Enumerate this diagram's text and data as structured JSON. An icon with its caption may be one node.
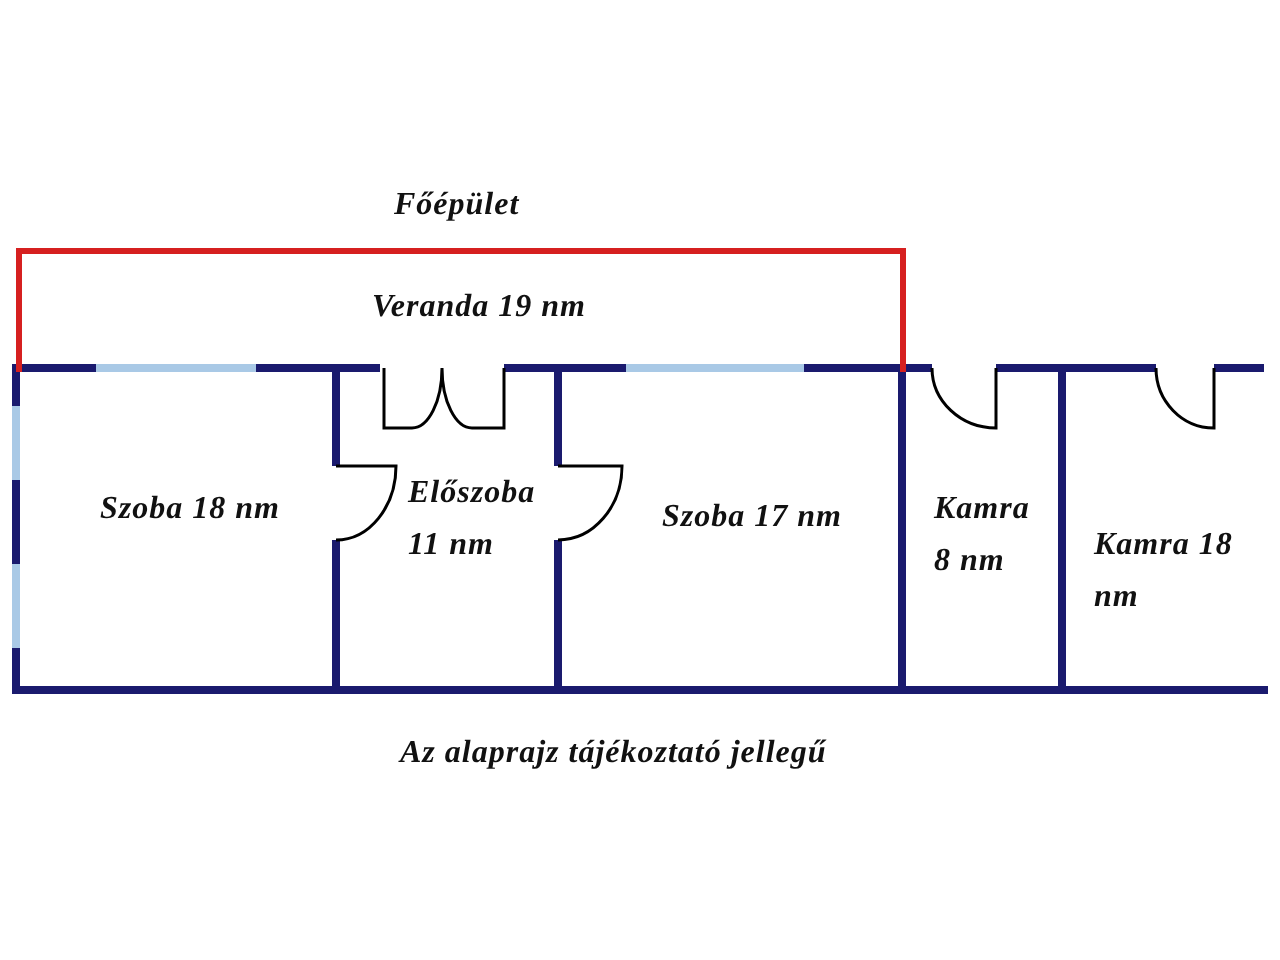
{
  "diagram": {
    "title": "Főépület",
    "caption": "Az alaprajz tájékoztató jellegű",
    "nodes": [
      {
        "text": [
          "Veranda 19 nm"
        ]
      },
      {
        "text": [
          "Szoba 18 nm"
        ]
      },
      {
        "text": [
          "Előszoba 11 nm"
        ]
      },
      {
        "text": [
          "Szoba 17 nm"
        ]
      },
      {
        "text": [
          "Kamra 8 nm"
        ]
      },
      {
        "text": [
          "Kamra 18 nm"
        ]
      }
    ],
    "edges": []
  }
}
